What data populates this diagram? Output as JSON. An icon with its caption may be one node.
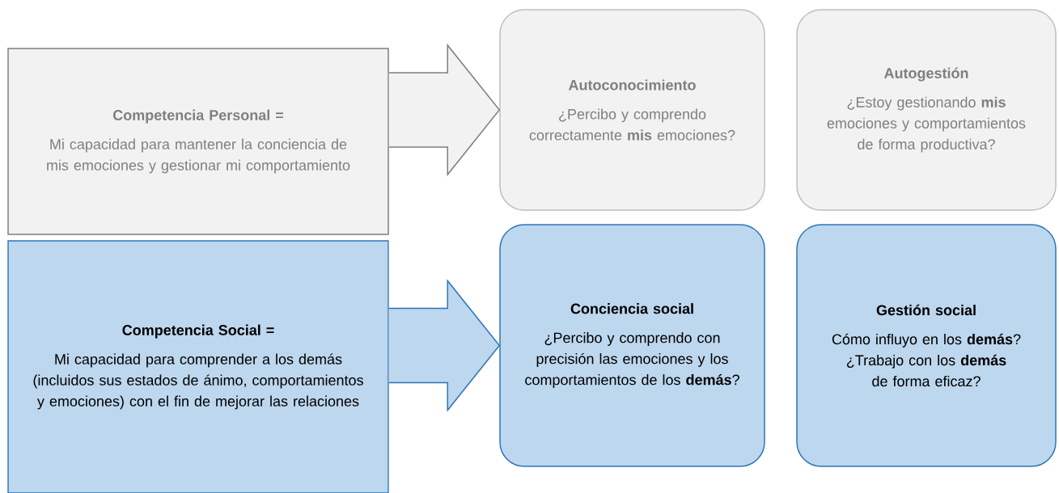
{
  "diagram": {
    "nodes": [
      {
        "text": [
          "Competencia Personal =",
          "Mi capacidad para mantener la conciencia de mis emociones y gestionar mi comportamiento"
        ]
      },
      {
        "text": [
          "Autoconocimiento",
          "¿Percibo y comprendo correctamente **mis** emociones?"
        ]
      },
      {
        "text": [
          "Autogestión",
          "¿Estoy gestionando **mis** emociones y comportamientos de forma productiva?"
        ]
      },
      {
        "text": [
          "Competencia Social =",
          "Mi capacidad para comprender a los demás (incluidos sus estados de ánimo, comportamientos y emociones) con el fin de mejorar las relaciones"
        ]
      },
      {
        "text": [
          "Conciencia social",
          "¿Percibo y comprendo con precisión las emociones y los comportamientos de los **demás**?"
        ]
      },
      {
        "text": [
          "Gestión social",
          "Cómo influyo en los **demás**?",
          "¿Trabajo con los **demás** de forma eficaz?"
        ]
      }
    ],
    "edges": [
      {
        "from": 0,
        "to": 1,
        "arrow": "to",
        "style": "thick",
        "color": "#7f7f7f"
      },
      {
        "from": 3,
        "to": 4,
        "arrow": "to",
        "style": "thick",
        "color": "#2e75b6"
      }
    ]
  }
}
